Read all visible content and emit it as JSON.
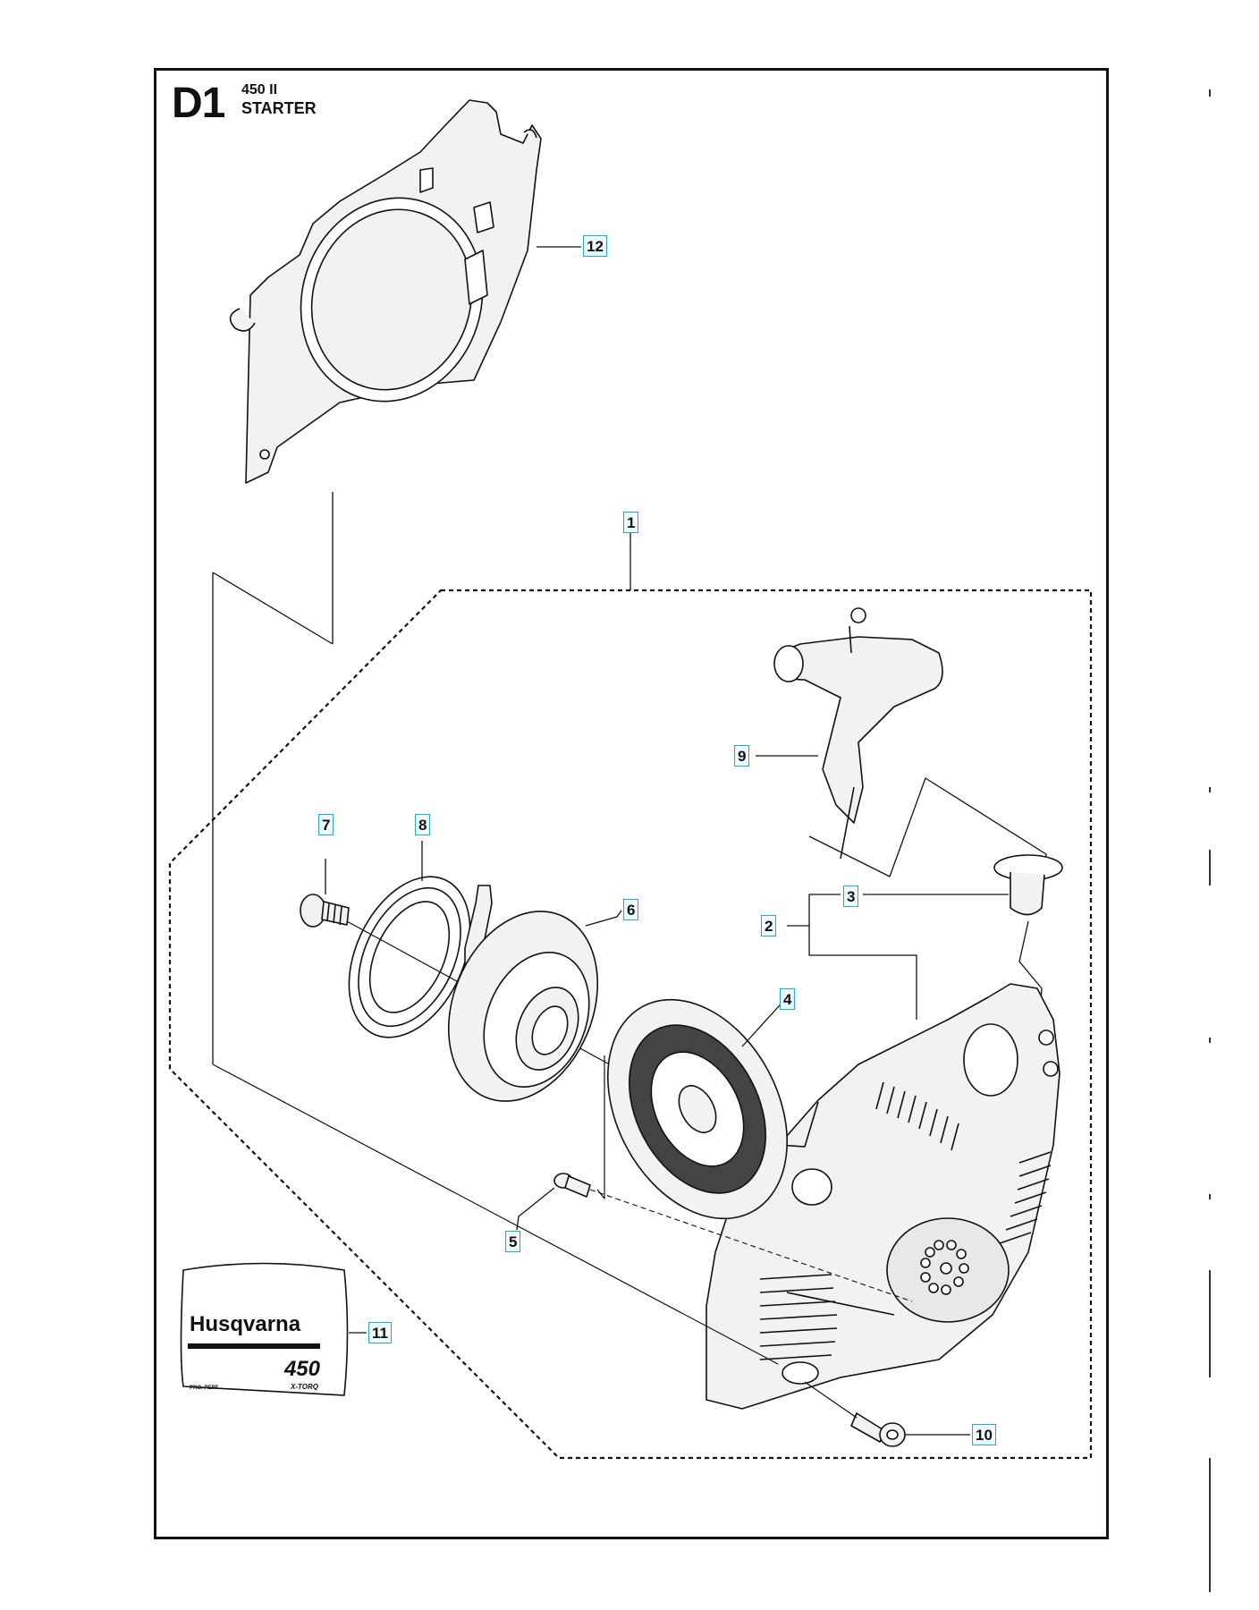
{
  "section": {
    "code": "D1",
    "model": "450 II",
    "name": "STARTER"
  },
  "decal": {
    "brand": "Husqvarna",
    "model": "450",
    "left_text": "PRO. PERF.",
    "right_text": "X-TORQ"
  },
  "callouts": [
    {
      "label": "1",
      "part": "starter-assembly"
    },
    {
      "label": "2",
      "part": "starter-housing"
    },
    {
      "label": "3",
      "part": "rope-guide"
    },
    {
      "label": "4",
      "part": "recoil-spring-cassette"
    },
    {
      "label": "5",
      "part": "screw"
    },
    {
      "label": "6",
      "part": "rope-pulley"
    },
    {
      "label": "7",
      "part": "center-screw"
    },
    {
      "label": "8",
      "part": "starter-rope"
    },
    {
      "label": "9",
      "part": "starter-handle"
    },
    {
      "label": "10",
      "part": "housing-screw"
    },
    {
      "label": "11",
      "part": "decal"
    },
    {
      "label": "12",
      "part": "fan-cover"
    }
  ],
  "colors": {
    "line": "#111111",
    "callout_border": "#2aa7c8",
    "callout_fill": "#eef9fc",
    "part_fill": "#f2f2f2"
  }
}
